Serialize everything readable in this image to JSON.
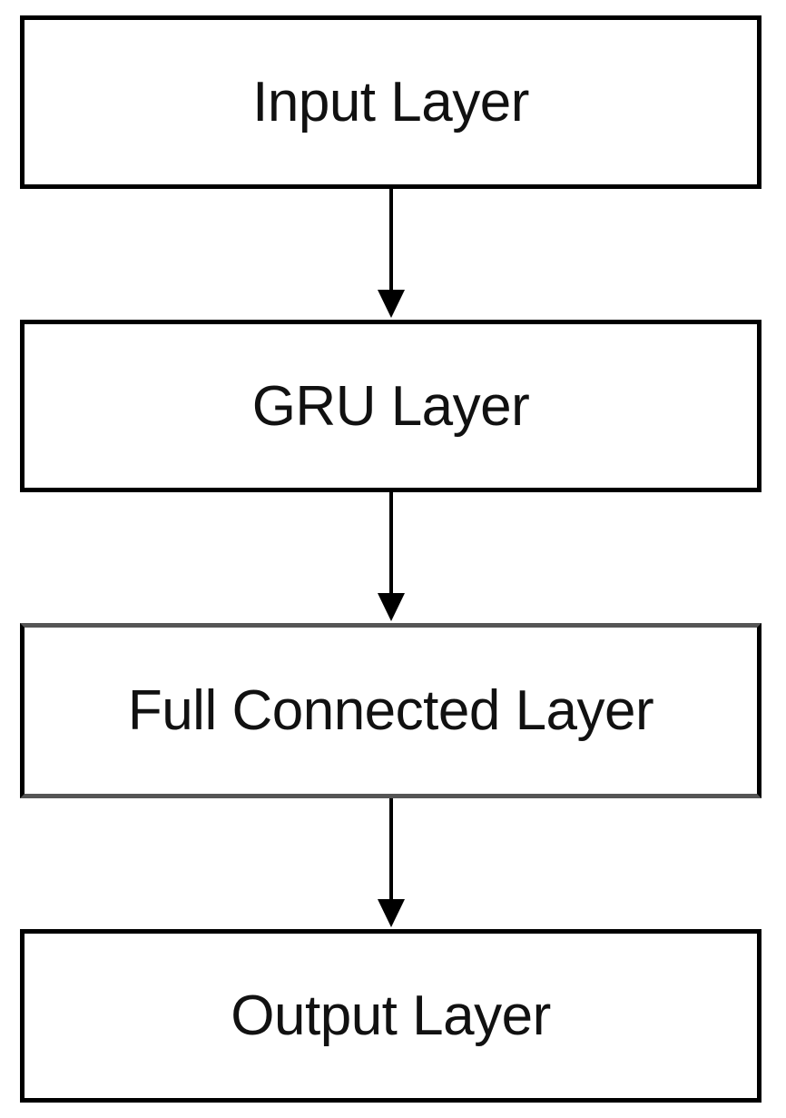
{
  "diagram": {
    "nodes": [
      {
        "id": "input",
        "label": "Input Layer"
      },
      {
        "id": "gru",
        "label": "GRU Layer"
      },
      {
        "id": "fc",
        "label": "Full Connected Layer"
      },
      {
        "id": "output",
        "label": "Output Layer"
      }
    ],
    "edges": [
      {
        "from": "input",
        "to": "gru"
      },
      {
        "from": "gru",
        "to": "fc"
      },
      {
        "from": "fc",
        "to": "output"
      }
    ],
    "colors": {
      "border": "#000000",
      "text": "#111111",
      "background": "#ffffff"
    }
  }
}
